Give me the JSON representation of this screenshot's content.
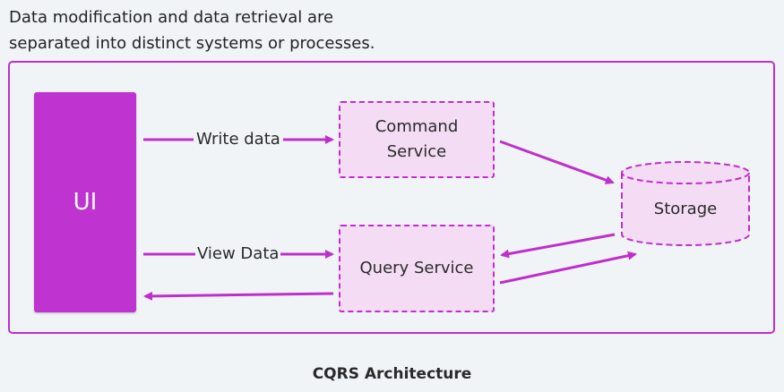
{
  "intro": {
    "line1": "Data modification and data retrieval are",
    "line2": "separated into distinct systems or processes."
  },
  "diagram": {
    "ui_label": "UI",
    "command_service": {
      "line1": "Command",
      "line2": "Service"
    },
    "query_service": "Query Service",
    "storage": "Storage",
    "write_label": "Write data",
    "view_label": "View Data"
  },
  "caption": "CQRS Architecture",
  "colors": {
    "accent": "#bf2fcc",
    "ui_fill": "#bf34d0",
    "service_fill": "#f3dcf4",
    "background": "#f1f4f7"
  }
}
